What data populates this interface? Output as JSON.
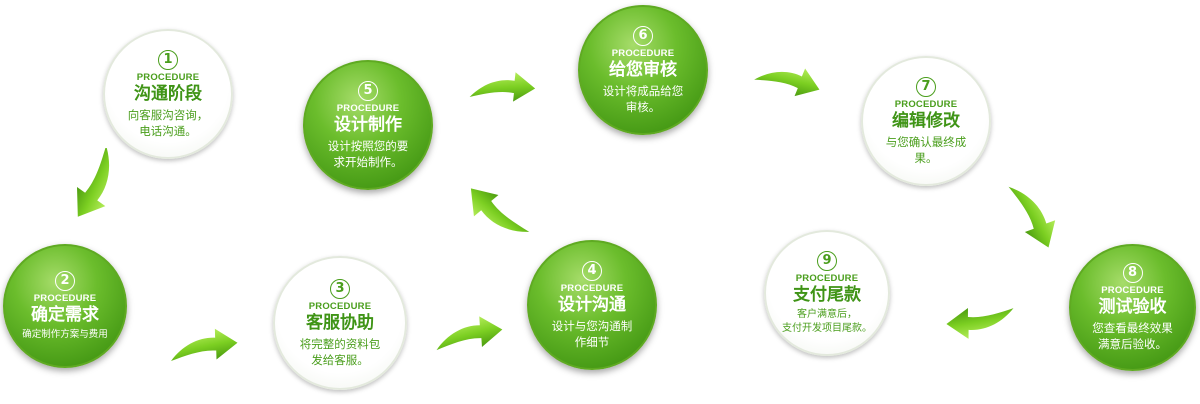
{
  "steps": [
    {
      "num": "1",
      "tag": "PROCEDURE",
      "title": "沟通阶段",
      "desc": [
        "向客服沟咨询，",
        "电话沟通。"
      ]
    },
    {
      "num": "2",
      "tag": "PROCEDURE",
      "title": "确定需求",
      "desc": [
        "确定制作方案与费用"
      ]
    },
    {
      "num": "3",
      "tag": "PROCEDURE",
      "title": "客服协助",
      "desc": [
        "将完整的资料包",
        "发给客服。"
      ]
    },
    {
      "num": "4",
      "tag": "PROCEDURE",
      "title": "设计沟通",
      "desc": [
        "设计与您沟通制",
        "作细节"
      ]
    },
    {
      "num": "5",
      "tag": "PROCEDURE",
      "title": "设计制作",
      "desc": [
        "设计按照您的要",
        "求开始制作。"
      ]
    },
    {
      "num": "6",
      "tag": "PROCEDURE",
      "title": "给您审核",
      "desc": [
        "设计将成品给您",
        "审核。"
      ]
    },
    {
      "num": "7",
      "tag": "PROCEDURE",
      "title": "编辑修改",
      "desc": [
        "与您确认最终成",
        "果。"
      ]
    },
    {
      "num": "8",
      "tag": "PROCEDURE",
      "title": "测试验收",
      "desc": [
        "您查看最终效果",
        "满意后验收。"
      ]
    },
    {
      "num": "9",
      "tag": "PROCEDURE",
      "title": "支付尾款",
      "desc": [
        "客户满意后，",
        "支付开发项目尾款。"
      ]
    }
  ]
}
